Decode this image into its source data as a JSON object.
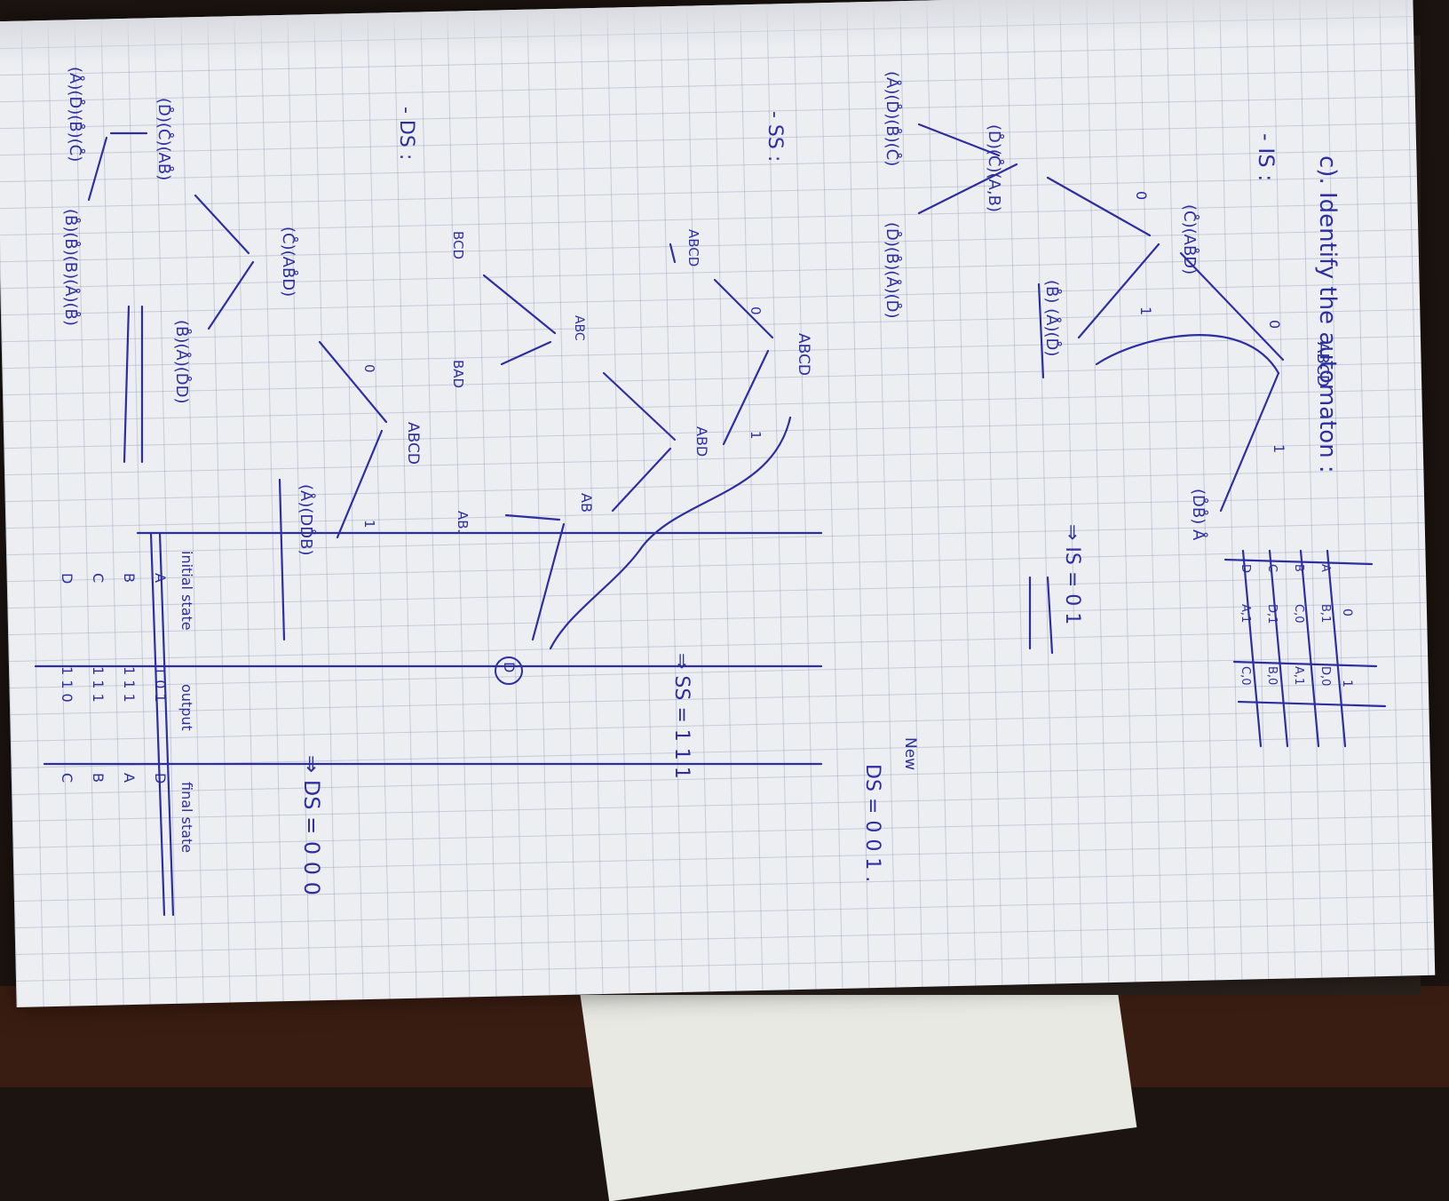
{
  "heading": "c). Identify the automaton :",
  "is_section": {
    "label": "- IS :",
    "root": "ABCD",
    "root_edge0": "0",
    "root_edge1": "1",
    "node_left": "(C̊)(AB̊D)",
    "node_right": "(D̊B̊) Å",
    "sub_left": "(D̊)(C̊)(A,B)",
    "sub_right": "(B̊) (Å)(D̊)",
    "sub_edge0": "0",
    "sub_edge1": "1",
    "leaf_left": "(Å)(D̊)(B̊)(C̊)",
    "leaf_right": "(D̊)(B̊)(Å)(D̊)",
    "result": "⇒ IS = 0 1"
  },
  "ss_section": {
    "label": "- SS :",
    "root": "ABCD",
    "edge0": "0",
    "edge1": "1",
    "left_label": "ABCD",
    "n_abd": "ABD",
    "n_abc": "ABC",
    "n_bcd": "BCD",
    "n_bad": "BAD",
    "n_ab": "AB",
    "n_ab2": "AB.",
    "n_d": "D",
    "result": "⇒ SS = 1 1 1"
  },
  "ds_section": {
    "label": "- DS :",
    "root": "ABCD",
    "edge0": "0",
    "edge1": "1",
    "node_left": "(C̊)(AB̊D)",
    "node_right": "(Å)(DD̊B)",
    "sub_left": "(D̊)(C̊)(AB̊)",
    "sub_right": "(B̊)(Å)(D̊D)",
    "leaf_left": "(Å)(D̊)(B̊)(C̊)",
    "leaf_right": "(B̊)(B̊)(B)(Å)(B̊)",
    "result": "⇒ DS = 0 0 0",
    "new_label": "New",
    "new_result": "DS = 0 0 1 ."
  },
  "state_table": {
    "header": [
      "",
      "0",
      "1"
    ],
    "rows": [
      [
        "A",
        "B,1",
        "D,0"
      ],
      [
        "B",
        "C,0",
        "A,1"
      ],
      [
        "C",
        "D,1",
        "B,0"
      ],
      [
        "D",
        "A,1",
        "C,0"
      ]
    ]
  },
  "summary_table": {
    "headers": [
      "initial state",
      "output",
      "final state"
    ],
    "rows": [
      [
        "A",
        "1 0 1",
        "D"
      ],
      [
        "B",
        "1 1 1",
        "A"
      ],
      [
        "C",
        "1 1 1",
        "B"
      ],
      [
        "D",
        "1 1 0",
        "C"
      ]
    ]
  }
}
